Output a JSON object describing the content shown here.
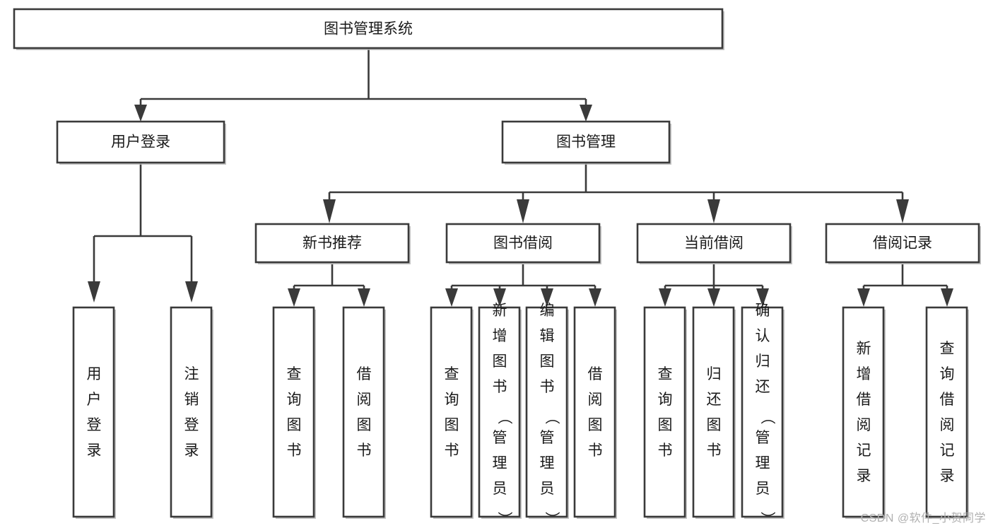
{
  "diagram": {
    "type": "tree",
    "title": "图书管理系统",
    "watermark": "CSDN @软件_小贺同学",
    "nodes": {
      "root": {
        "label": "图书管理系统",
        "orientation": "horizontal"
      },
      "l1": [
        {
          "id": "user-login",
          "label": "用户登录",
          "orientation": "horizontal"
        },
        {
          "id": "book-manage",
          "label": "图书管理",
          "orientation": "horizontal"
        }
      ],
      "l2": [
        {
          "id": "new-book-rec",
          "label": "新书推荐",
          "orientation": "horizontal",
          "parent": "book-manage"
        },
        {
          "id": "book-borrow",
          "label": "图书借阅",
          "orientation": "horizontal",
          "parent": "book-manage"
        },
        {
          "id": "current-borrow",
          "label": "当前借阅",
          "orientation": "horizontal",
          "parent": "book-manage"
        },
        {
          "id": "borrow-record",
          "label": "借阅记录",
          "orientation": "horizontal",
          "parent": "book-manage"
        }
      ],
      "leaves": [
        {
          "id": "leaf-user-login",
          "label": "用户登录",
          "orientation": "vertical",
          "parent": "user-login"
        },
        {
          "id": "leaf-user-logout",
          "label": "注销登录",
          "orientation": "vertical",
          "parent": "user-login"
        },
        {
          "id": "leaf-query-book-1",
          "label": "查询图书",
          "orientation": "vertical",
          "parent": "new-book-rec"
        },
        {
          "id": "leaf-borrow-book-1",
          "label": "借阅图书",
          "orientation": "vertical",
          "parent": "new-book-rec"
        },
        {
          "id": "leaf-query-book-2",
          "label": "查询图书",
          "orientation": "vertical",
          "parent": "book-borrow"
        },
        {
          "id": "leaf-add-book",
          "label": "新增图书（管理员）",
          "orientation": "vertical",
          "parent": "book-borrow"
        },
        {
          "id": "leaf-edit-book",
          "label": "编辑图书（管理员）",
          "orientation": "vertical",
          "parent": "book-borrow"
        },
        {
          "id": "leaf-borrow-book-2",
          "label": "借阅图书",
          "orientation": "vertical",
          "parent": "book-borrow"
        },
        {
          "id": "leaf-query-book-3",
          "label": "查询图书",
          "orientation": "vertical",
          "parent": "current-borrow"
        },
        {
          "id": "leaf-return-book",
          "label": "归还图书",
          "orientation": "vertical",
          "parent": "current-borrow"
        },
        {
          "id": "leaf-confirm-return",
          "label": "确认归还（管理员）",
          "orientation": "vertical",
          "parent": "current-borrow"
        },
        {
          "id": "leaf-add-record",
          "label": "新增借阅记录",
          "orientation": "vertical",
          "parent": "borrow-record"
        },
        {
          "id": "leaf-query-record",
          "label": "查询借阅记录",
          "orientation": "vertical",
          "parent": "borrow-record"
        }
      ]
    },
    "colors": {
      "stroke": "#3a3a3a",
      "fill": "#ffffff",
      "text": "#1a1a1a",
      "watermark": "#b0b0b0"
    }
  }
}
